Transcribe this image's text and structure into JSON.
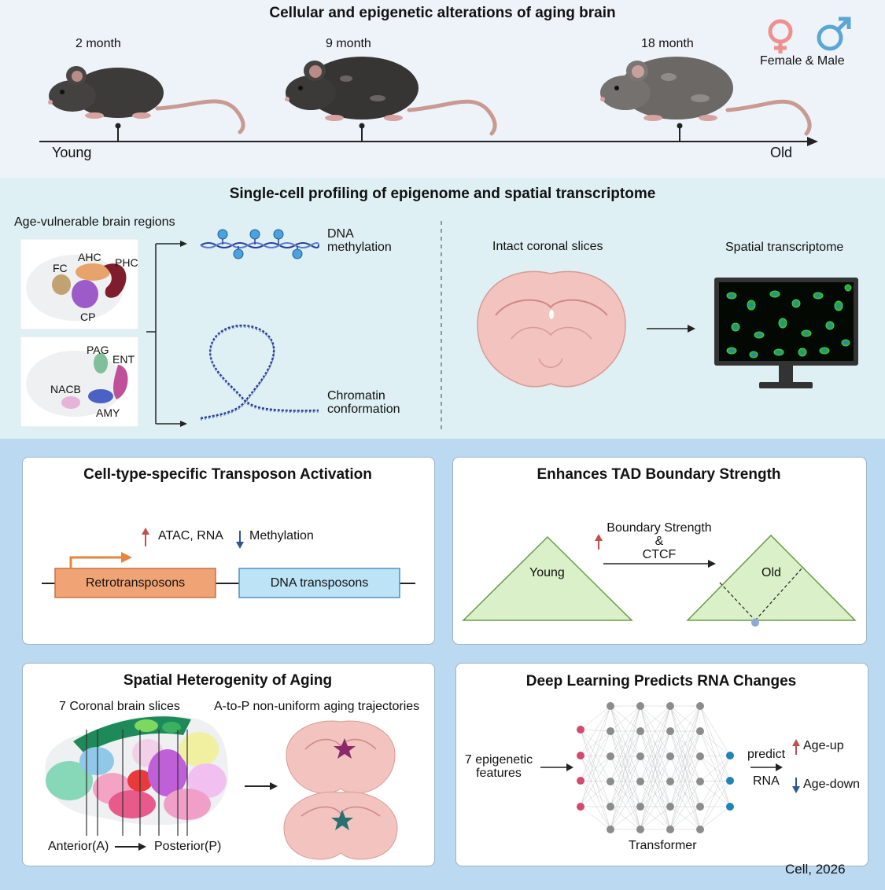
{
  "header": {
    "title": "Cellular and epigenetic alterations of aging  brain",
    "ages": [
      "2 month",
      "9 month",
      "18 month"
    ],
    "young_label": "Young",
    "old_label": "Old",
    "sex_label": "Female & Male"
  },
  "profiling": {
    "title": "Single-cell profiling of epigenome and spatial transcriptome",
    "regions_title": "Age-vulnerable brain regions",
    "regions_top": [
      "FC",
      "AHC",
      "PHC",
      "CP"
    ],
    "regions_bottom": [
      "PAG",
      "ENT",
      "NACB",
      "AMY"
    ],
    "dna_methylation": [
      "DNA",
      "methylation"
    ],
    "chromatin": [
      "Chromatin",
      "conformation"
    ],
    "slices_label": "Intact coronal slices",
    "spatial_label": "Spatial transcriptome"
  },
  "transposon": {
    "title": "Cell-type-specific Transposon Activation",
    "up_label": "ATAC, RNA",
    "down_label": "Methylation",
    "retro_label": "Retrotransposons",
    "dna_label": "DNA transposons",
    "colors": {
      "retro": "#f0a476",
      "dna": "#bde3f7",
      "up": "#c0504d",
      "down": "#2f5597"
    }
  },
  "tad": {
    "title": "Enhances TAD Boundary Strength",
    "young_label": "Young",
    "old_label": "Old",
    "boundary_lines": [
      "Boundary Strength",
      "&",
      "CTCF"
    ],
    "triangle_color": "#d9f0c8"
  },
  "spatial": {
    "title": "Spatial Heterogenity of Aging",
    "slices_label": "7 Coronal brain slices",
    "trajectory_label": "A-to-P non-uniform aging trajectories",
    "anterior_label": "Anterior(A)",
    "posterior_label": "Posterior(P)"
  },
  "deep": {
    "title": "Deep Learning Predicts RNA Changes",
    "input_label": [
      "7 epigenetic",
      "features"
    ],
    "predict_label": "predict",
    "rna_label": "RNA",
    "age_up": "Age-up",
    "age_down": "Age-down",
    "model_label": "Transformer"
  },
  "citation": "Cell, 2026"
}
